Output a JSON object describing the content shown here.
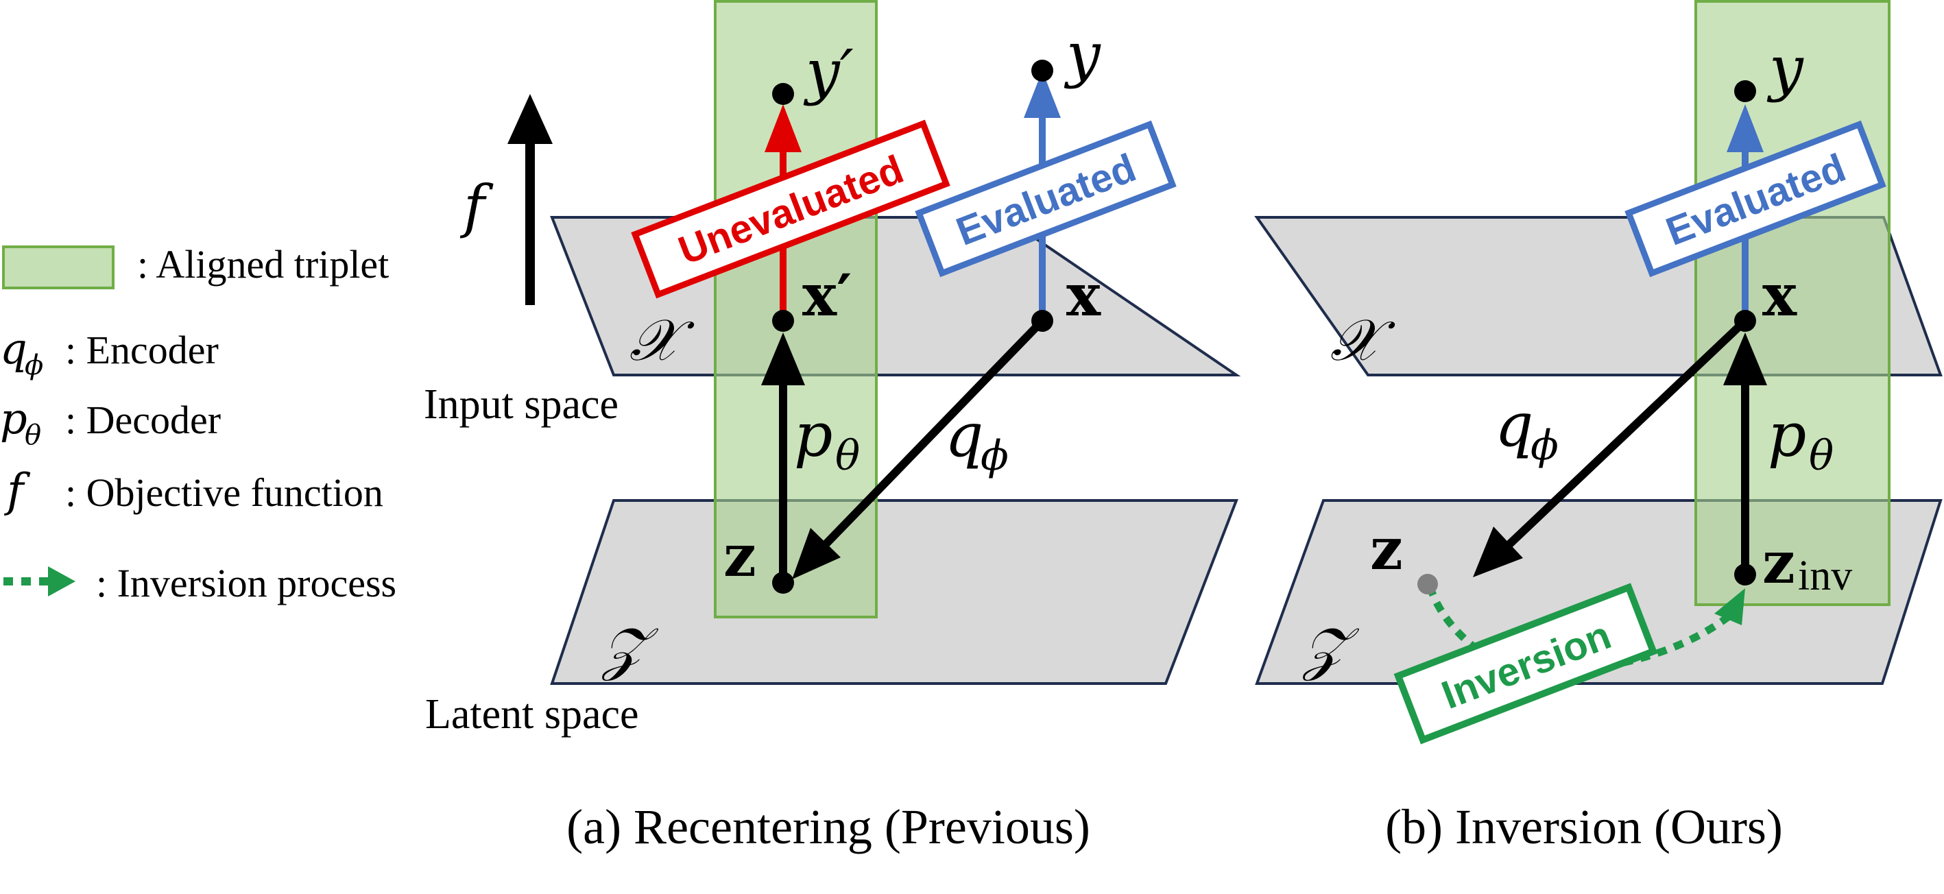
{
  "colors": {
    "aligned_fill": "#c5e0b4",
    "aligned_stroke": "#70ad47",
    "plane_fill": "#d9d9d9",
    "plane_stroke": "#1f2d4d",
    "red": "#e00000",
    "blue": "#4472c4",
    "green": "#1e9a4a",
    "black": "#000000"
  },
  "legend": {
    "aligned_triplet": ": Aligned triplet",
    "encoder_symbol": "q",
    "encoder_sub": "ϕ",
    "encoder_label": ": Encoder",
    "decoder_symbol": "p",
    "decoder_sub": "θ",
    "decoder_label": ": Decoder",
    "objective_symbol": "f",
    "objective_label": ": Objective function",
    "inversion_label": ": Inversion process"
  },
  "panel_a": {
    "f_label": "f",
    "y_prime": "y′",
    "y": "y",
    "x_prime": "x′",
    "x": "x",
    "z": "z",
    "X_space": "𝒳",
    "Z_space": "𝒵",
    "p_theta": "p",
    "p_theta_sub": "θ",
    "q_phi": "q",
    "q_phi_sub": "ϕ",
    "unevaluated": "Unevaluated",
    "evaluated": "Evaluated",
    "input_space": "Input space",
    "latent_space": "Latent space",
    "caption": "(a) Recentering (Previous)"
  },
  "panel_b": {
    "y": "y",
    "x": "x",
    "z": "z",
    "z_inv": "z",
    "z_inv_sub": "inv",
    "X_space": "𝒳",
    "Z_space": "𝒵",
    "p_theta": "p",
    "p_theta_sub": "θ",
    "q_phi": "q",
    "q_phi_sub": "ϕ",
    "evaluated": "Evaluated",
    "inversion": "Inversion",
    "caption": "(b) Inversion (Ours)"
  }
}
